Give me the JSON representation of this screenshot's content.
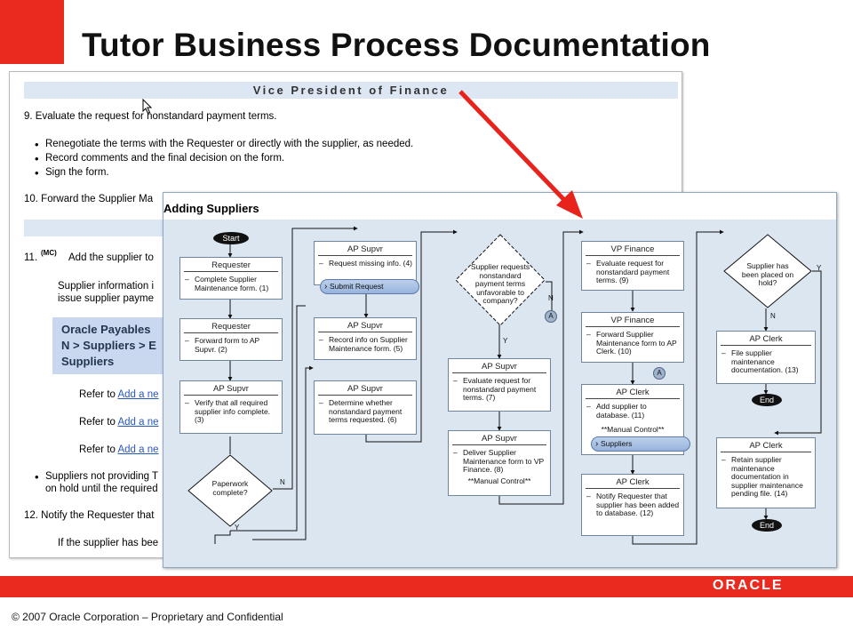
{
  "slide": {
    "title": "Tutor Business Process Documentation"
  },
  "doc": {
    "header": "Vice President of Finance",
    "step9": "9.   Evaluate the request for nonstandard payment terms.",
    "bullets9": [
      "Renegotiate the terms with the Requester or directly with the supplier, as needed.",
      "Record comments and the final decision on the form.",
      "Sign the form."
    ],
    "step10": "10. Forward the Supplier Ma",
    "step11_num": "11.",
    "step11_tag": "(MC)",
    "step11_text": "Add the supplier to",
    "supplier_info_1": "Supplier information i",
    "supplier_info_2": "issue supplier payme",
    "menu_line1": "Oracle Payables",
    "menu_line2": "N > Suppliers > E",
    "menu_line3": "Suppliers",
    "refer_prefix": "Refer to",
    "refer_links": [
      "Add a ne",
      "Add a ne",
      "Add a ne"
    ],
    "bullet_hold_1": "Suppliers not providing T",
    "bullet_hold_2": "on hold until the required",
    "step12": "12. Notify the Requester that",
    "step12_sub": "If the supplier has bee"
  },
  "flowchart": {
    "title": "Adding Suppliers",
    "start": "Start",
    "end_label": "End",
    "connector_label": "A",
    "yes": "Y",
    "no": "N",
    "boxes": [
      {
        "role": "Requester",
        "text": "Complete Supplier Maintenance form. (1)"
      },
      {
        "role": "Requester",
        "text": "Forward form to AP Supvr. (2)"
      },
      {
        "role": "AP Supvr",
        "text": "Verify that all required supplier info complete. (3)"
      },
      {
        "role": "AP Supvr",
        "text": "Request missing info. (4)"
      },
      {
        "role": "AP Supvr",
        "text": "Record info on Supplier Maintenance form. (5)"
      },
      {
        "role": "AP Supvr",
        "text": "Determine whether nonstandard payment terms requested. (6)"
      },
      {
        "role": "AP Supvr",
        "text": "Evaluate request for nonstandard payment terms. (7)"
      },
      {
        "role": "AP Supvr",
        "text": "Deliver Supplier Maintenance form to VP Finance. (8)",
        "note": "**Manual Control**"
      },
      {
        "role": "VP Finance",
        "text": "Evaluate request for nonstandard payment terms. (9)"
      },
      {
        "role": "VP Finance",
        "text": "Forward Supplier Maintenance form to AP Clerk. (10)"
      },
      {
        "role": "AP Clerk",
        "text": "Add supplier to database. (11)",
        "note": "**Manual Control**"
      },
      {
        "role": "AP Clerk",
        "text": "Notify Requester that supplier has been added to database. (12)"
      },
      {
        "role": "AP Clerk",
        "text": "File supplier maintenance documentation. (13)"
      },
      {
        "role": "AP Clerk",
        "text": "Retain supplier maintenance documentation in supplier maintenance pending file. (14)"
      }
    ],
    "decisions": [
      "Paperwork complete?",
      "Supplier requests nonstandard payment terms unfavorable to company?",
      "Supplier has been placed on hold?"
    ],
    "pills": [
      "Submit Request",
      "Suppliers"
    ]
  },
  "footer": {
    "logo": "ORACLE",
    "copyright": "© 2007 Oracle Corporation – Proprietary and Confidential"
  },
  "colors": {
    "accent_red": "#ea2a1f",
    "flow_bg": "#dce6f1",
    "arrow": "#e8231c"
  }
}
